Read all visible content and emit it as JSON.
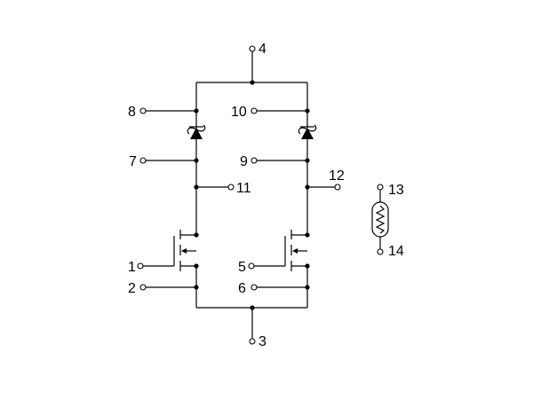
{
  "diagram": {
    "pin_labels": {
      "p1": "1",
      "p2": "2",
      "p3": "3",
      "p4": "4",
      "p5": "5",
      "p6": "6",
      "p7": "7",
      "p8": "8",
      "p9": "9",
      "p10": "10",
      "p11": "11",
      "p12": "12",
      "p13": "13",
      "p14": "14"
    }
  }
}
